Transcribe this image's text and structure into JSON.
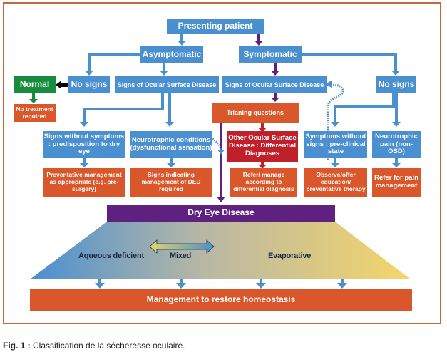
{
  "figure": {
    "caption_prefix": "Fig. 1 :",
    "caption_text": "Classification de la sécheresse oculaire."
  },
  "nodes": {
    "presenting_patient": "Presenting patient",
    "asymptomatic": "Asymptomatic",
    "symptomatic": "Symptomatic",
    "asym_no_signs": "No signs",
    "asym_signs_osd": "Signs of Ocular Surface Disease",
    "sym_signs_osd": "Signs of Ocular Surface Disease",
    "sym_no_signs": "No signs",
    "normal": "Normal",
    "no_treatment": "No treatment required",
    "triage_questions": "Trianing questions",
    "signs_without_symptoms": "Signs without symptoms : predisposition to dry eye",
    "neurotrophic_conditions": "Neurotrophic conditions (dysfunctional sensation)",
    "other_osd": "Other Ocular Surface Disease : Differential Diagnoses",
    "symptoms_without_signs": "Symptoms without signs : pre-clinical state",
    "neurotrophic_pain": "Neurotrophic pain (non-OSD)",
    "preventative_management": "Preventative management as appropriate (e.g. pre-surgery)",
    "signs_indicating_management": "Signs indicating management of DED required",
    "refer_manage": "Refer/ manage according to differential diagnosis",
    "observe_offer": "Observe/offer education/ preventative therapy",
    "refer_pain": "Refer for pain management",
    "dry_eye_disease": "Dry Eye Disease",
    "aqueous_deficient": "Aqueous deficient",
    "mixed": "Mixed",
    "evaporative": "Evaporative",
    "management_homeostasis": "Management to restore homeostasis"
  },
  "colors": {
    "blue": "#4a8fd0",
    "orange": "#d9572a",
    "green": "#168c3c",
    "red": "#c0202a",
    "purple": "#5e2180",
    "frame": "#c8683a",
    "gradient_start": "#4a8fd0",
    "gradient_end": "#f3d46a"
  }
}
